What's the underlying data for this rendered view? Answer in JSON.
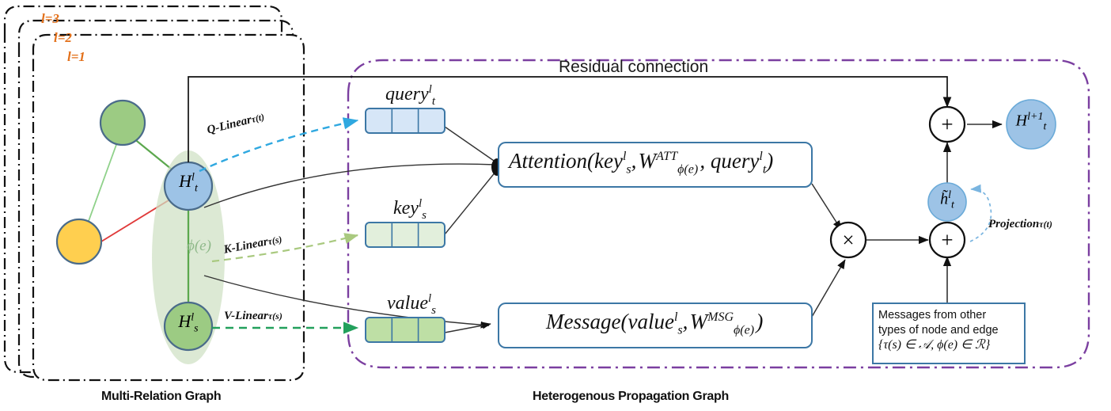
{
  "panels": {
    "left": {
      "caption": "Multi-Relation Graph",
      "layers": [
        {
          "label": "l=3"
        },
        {
          "label": "l=2"
        },
        {
          "label": "l=1"
        }
      ],
      "edge_label": "ϕ(e)",
      "nodes": [
        {
          "name": "node-green-top",
          "label": "",
          "color": "#9ccb83"
        },
        {
          "name": "node-yellow",
          "label": "",
          "color": "#ffcf4f"
        },
        {
          "name": "node-target-ht",
          "label_base": "H",
          "label_sup": "l",
          "label_sub": "t",
          "color": "#9dc3e6"
        },
        {
          "name": "node-source-hs",
          "label_base": "H",
          "label_sup": "l",
          "label_sub": "s",
          "color": "#9ccb83"
        }
      ]
    },
    "right": {
      "caption": "Heterogenous Propagation Graph",
      "residual_label": "Residual connection"
    }
  },
  "linear_ops": [
    {
      "name": "q-linear",
      "text": "Q-Linear",
      "sub": "τ(t)",
      "color": "#2fa8e0"
    },
    {
      "name": "k-linear",
      "text": "K-Linear",
      "sub": "τ(s)",
      "color": "#a9c97f"
    },
    {
      "name": "v-linear",
      "text": "V-Linear",
      "sub": "τ(s)",
      "color": "#22a05c"
    }
  ],
  "vectors": [
    {
      "name": "query-vector",
      "base": "query",
      "sup": "l",
      "sub": "t",
      "cells": 3,
      "fill": "#d6e6f7",
      "stroke": "#3c77a5"
    },
    {
      "name": "key-vector",
      "base": "key",
      "sup": "l",
      "sub": "s",
      "cells": 3,
      "fill": "#e2efdc",
      "stroke": "#3c77a5"
    },
    {
      "name": "value-vector",
      "base": "value",
      "sup": "l",
      "sub": "s",
      "cells": 3,
      "fill": "#bedfa5",
      "stroke": "#3c77a5"
    }
  ],
  "formulas": {
    "attention": {
      "name": "attention-formula",
      "parts": [
        "Attention(key",
        "l",
        "s",
        ", W",
        "ATT",
        "ϕ(e)",
        ", query",
        "l",
        "t",
        ")"
      ],
      "plain": "Attention(key_s^l, W_ϕ(e)^ATT, query_t^l)"
    },
    "message": {
      "name": "message-formula",
      "plain": "Message(value_s^l, W_ϕ(e)^MSG)"
    }
  },
  "operators": [
    {
      "name": "plus-residual",
      "glyph": "+"
    },
    {
      "name": "times-attention-message",
      "glyph": "×"
    },
    {
      "name": "plus-aggregate",
      "glyph": "+"
    }
  ],
  "right_nodes": [
    {
      "name": "node-h-tilde",
      "base": "h̃",
      "sup": "l",
      "sub": "t",
      "color": "#9dc3e6"
    },
    {
      "name": "node-output-ht",
      "base": "H",
      "sup": "l+1",
      "sub": "t",
      "color": "#9dc3e6"
    }
  ],
  "projection": {
    "name": "projection-label",
    "text": "Projection",
    "sub": "τ(t)",
    "color": "#7ab5e0"
  },
  "message_box": {
    "name": "other-messages-box",
    "line1": "Messages from other",
    "line2": "types of node and edge",
    "line3": "{τ(s) ∈ 𝒜, ϕ(e) ∈ ℛ}"
  },
  "colors": {
    "layer_tag": "#E3701A",
    "left_panel_border": "#111111",
    "right_panel_border": "#7B3FA0",
    "box_stroke": "#3c77a5",
    "ellipse_fill": "#cfe0c4",
    "node_stroke": "#4a6b8a",
    "edge_green": "#5ca84e",
    "edge_lightgreen": "#8fd18a",
    "edge_red": "#e03a3a"
  }
}
